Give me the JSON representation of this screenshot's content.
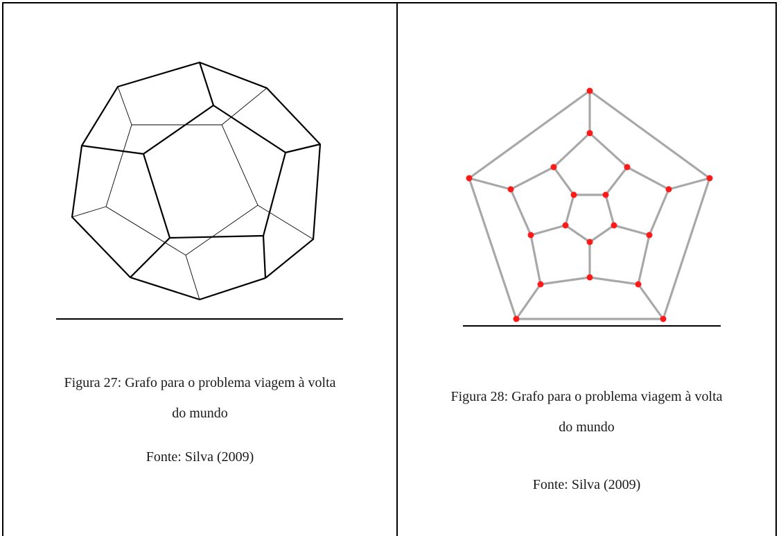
{
  "cells": [
    {
      "caption_line1": "Figura 27: Grafo para o problema viagem à volta",
      "caption_line2": "do mundo",
      "source": "Fonte: Silva (2009)"
    },
    {
      "caption_line1": "Figura 28: Grafo para o problema viagem à volta",
      "caption_line2": "do mundo",
      "source": "Fonte: Silva (2009)"
    }
  ],
  "colors": {
    "vertex": "#ff1a1a",
    "edge_gray": "#a8a8a8",
    "ink": "#000000"
  },
  "icons": [
    "dodecahedron-figure",
    "dodecahedral-graph-figure"
  ]
}
